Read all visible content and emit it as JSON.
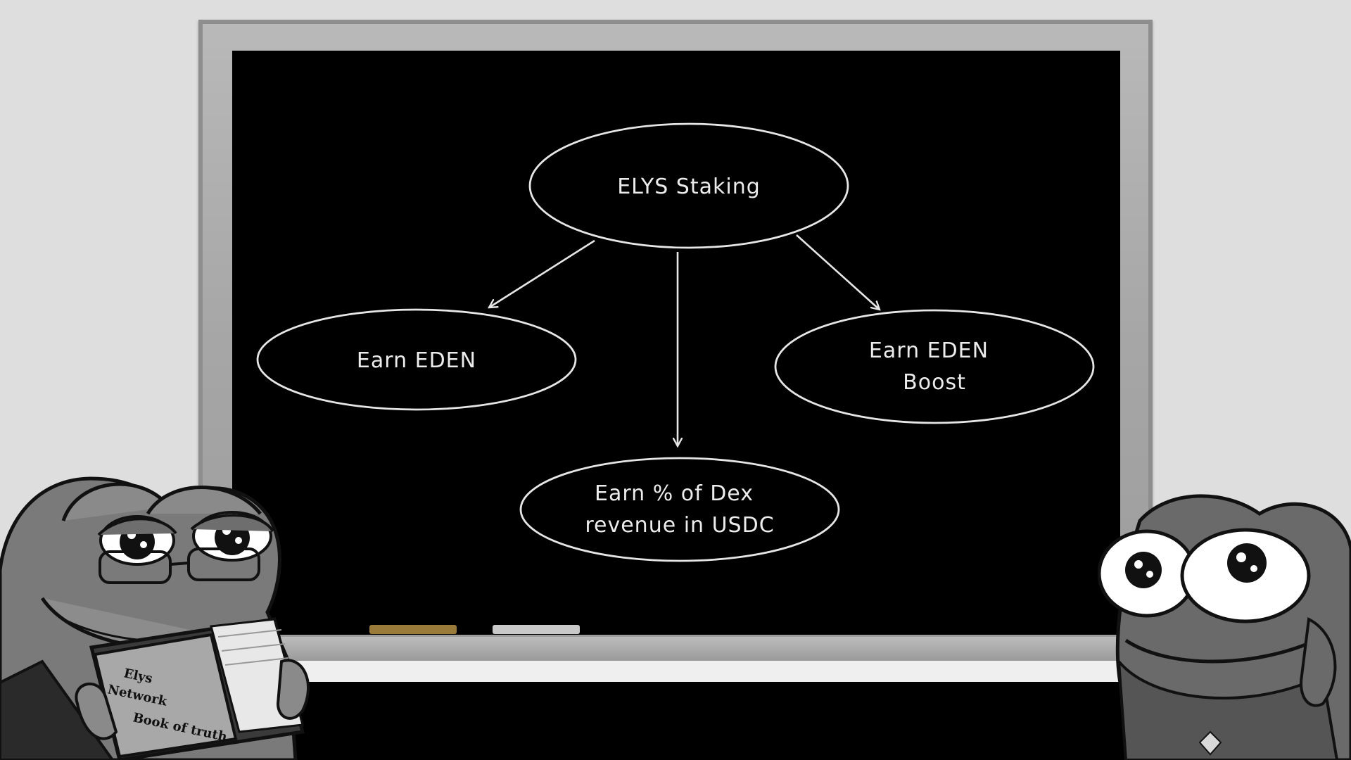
{
  "diagram": {
    "nodes": {
      "root": {
        "label": "ELYS Staking"
      },
      "left": {
        "label": "Earn EDEN"
      },
      "right": {
        "line1": "Earn EDEN",
        "line2": "Boost"
      },
      "bottom": {
        "line1": "Earn % of Dex",
        "line2": "revenue in USDC"
      }
    }
  },
  "book": {
    "line1": "Elys",
    "line2": "Network",
    "line3": "Book of truth"
  },
  "colors": {
    "board": "#000000",
    "frame": "#a8a8a8",
    "chalk": "#ececec",
    "chalk_yellow": "#9b7b3a",
    "background": "#dedede"
  }
}
